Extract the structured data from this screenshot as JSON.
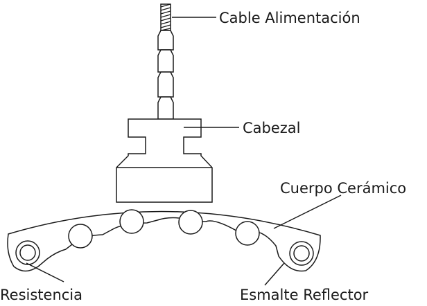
{
  "labels": {
    "cable": "Cable Alimentación",
    "head": "Cabezal",
    "body": "Cuerpo Cerámico",
    "resistance": "Resistencia",
    "enamel": "Esmalte Reflector"
  }
}
